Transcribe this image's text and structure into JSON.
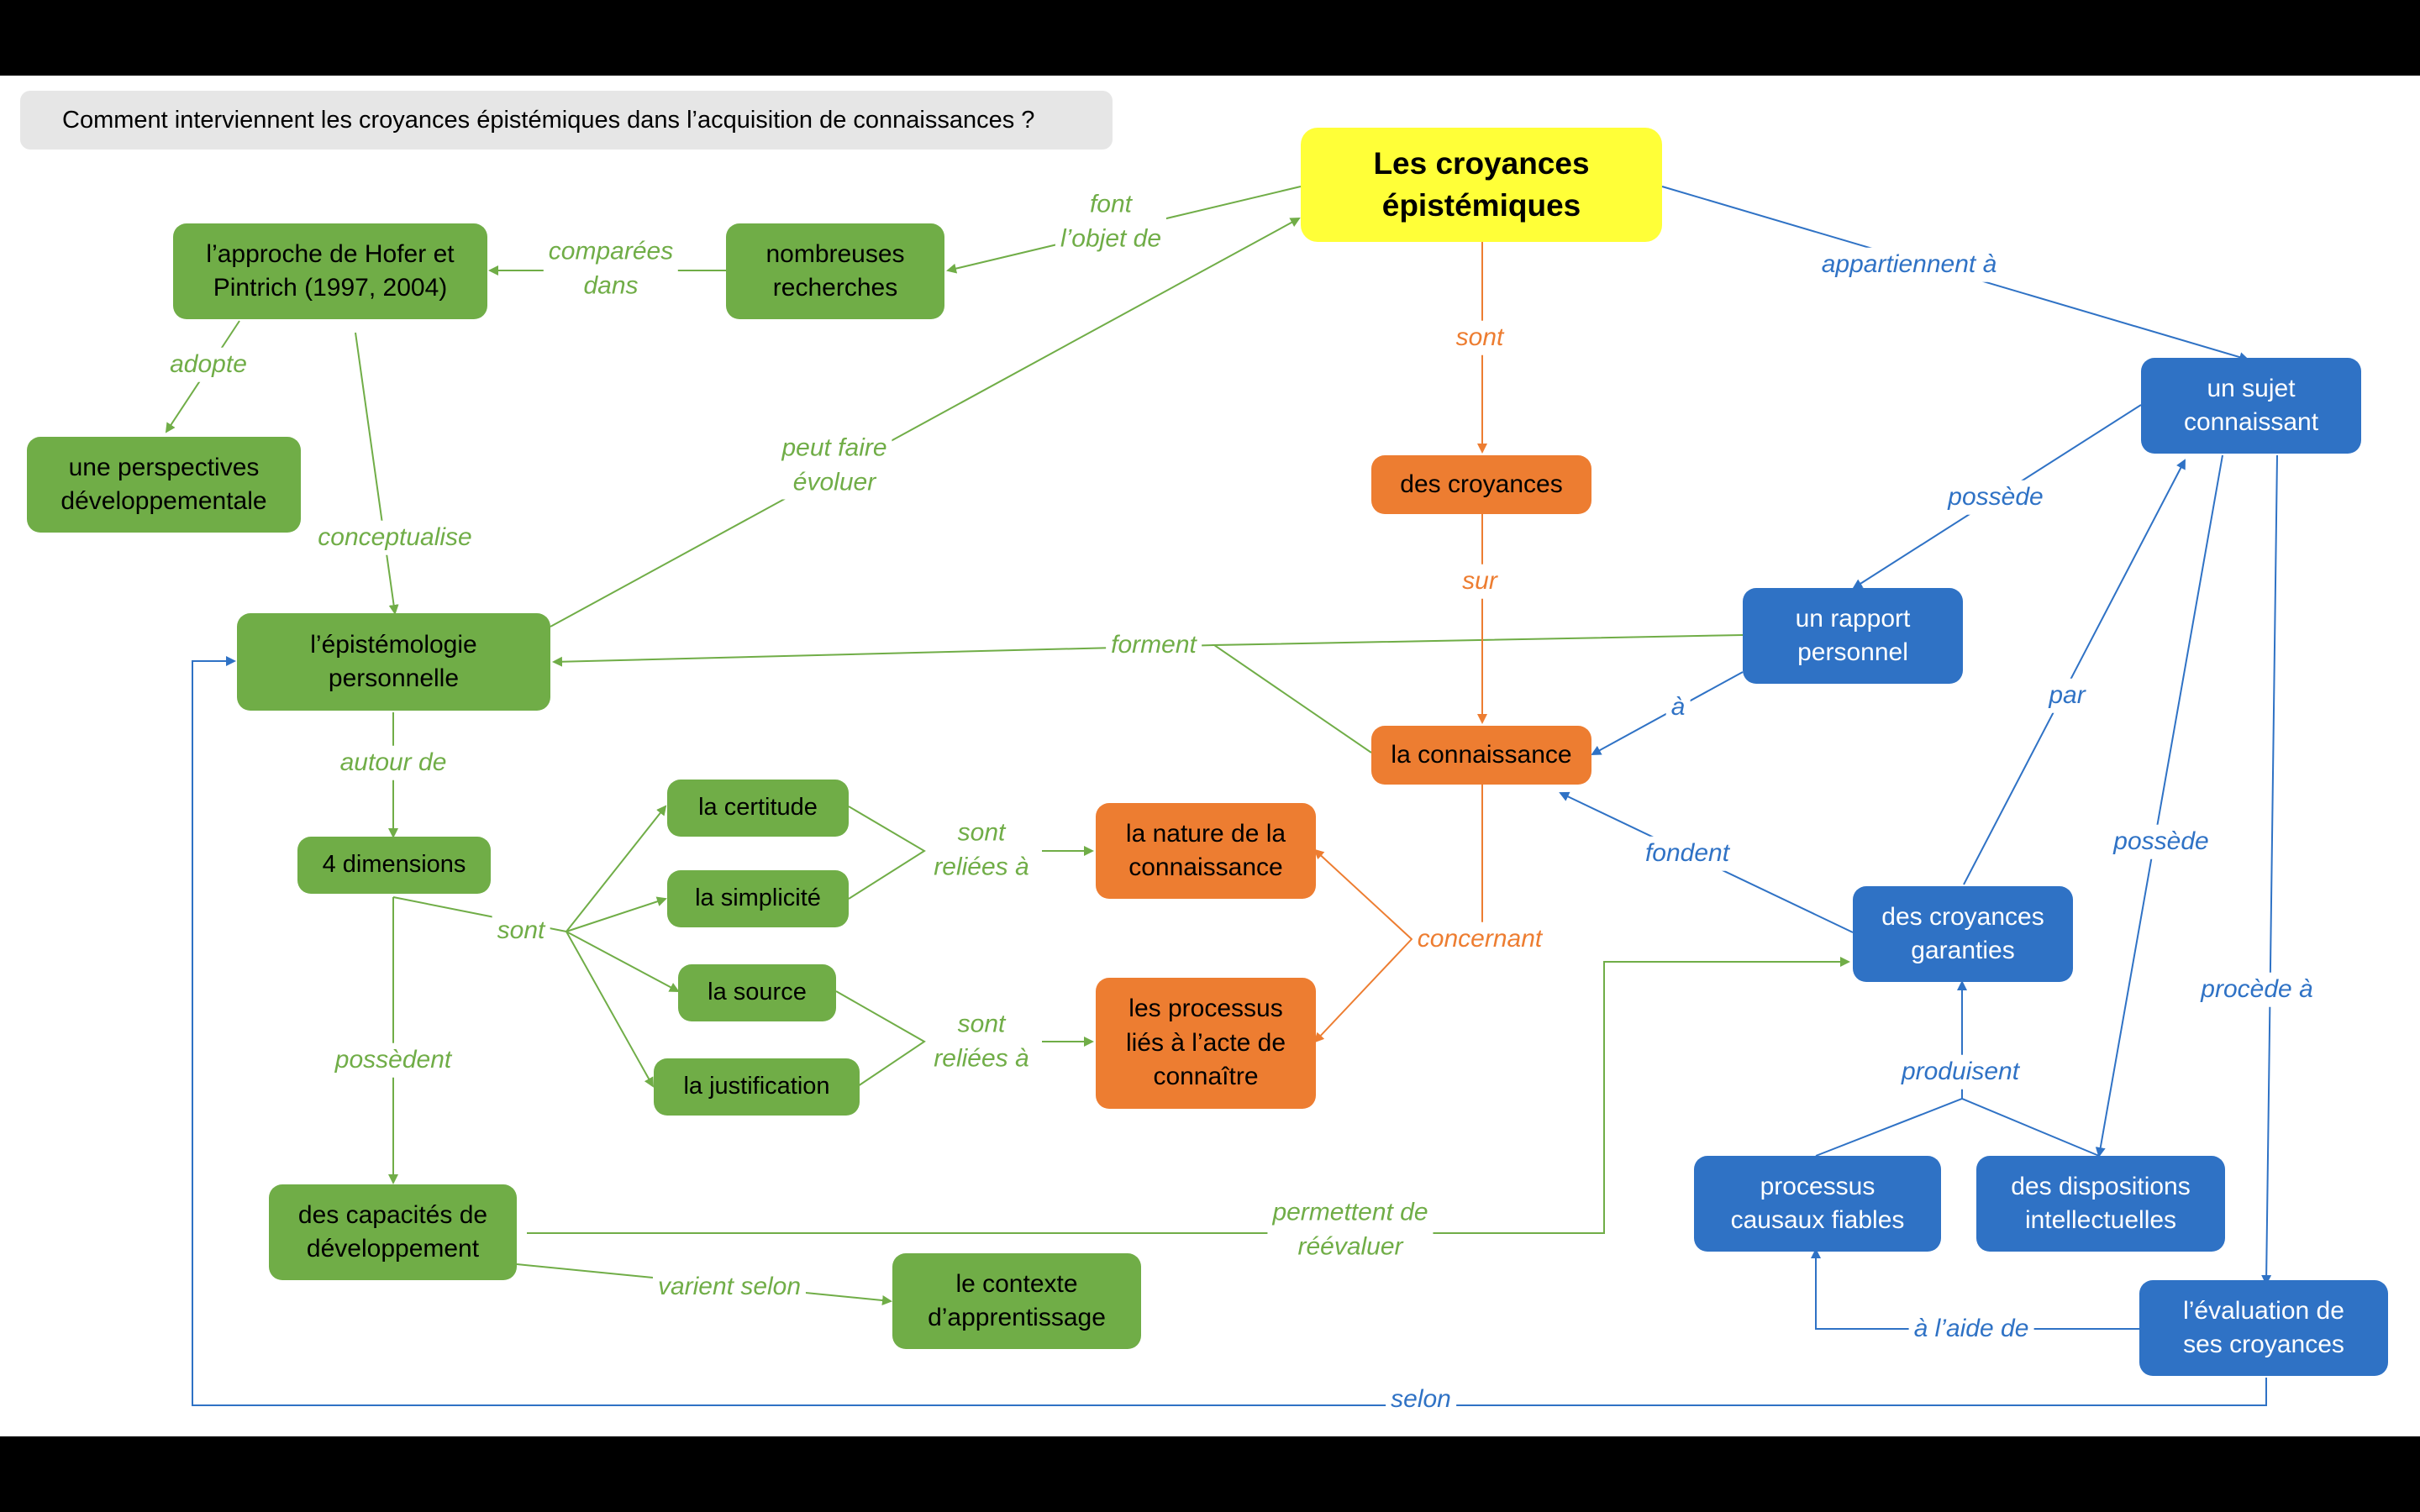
{
  "question": "Comment interviennent les croyances épistémiques dans l’acquisition de connaissances ?",
  "colors": {
    "green": "#70ad47",
    "orange": "#ed7d31",
    "blue": "#2f72c5",
    "yellow": "#ffff38",
    "question_bg": "#e6e6e6"
  },
  "nodes": {
    "croyances_epistemiques": "Les croyances\népistémiques",
    "hofer_pintrich": "l’approche de Hofer et\nPintrich (1997, 2004)",
    "nombreuses_recherches": "nombreuses\nrecherches",
    "perspective_developpementale": "une perspectives\ndéveloppementale",
    "epistemologie_personnelle": "l’épistémologie\npersonnelle",
    "quatre_dimensions": "4 dimensions",
    "certitude": "la certitude",
    "simplicite": "la simplicité",
    "source": "la source",
    "justification": "la justification",
    "capacites_developpement": "des capacités de\ndéveloppement",
    "contexte_apprentissage": "le contexte\nd’apprentissage",
    "des_croyances": "des croyances",
    "la_connaissance": "la connaissance",
    "nature_connaissance": "la nature de la\nconnaissance",
    "processus_acte_connaitre": "les processus\nliés à l’acte de\nconnaître",
    "sujet_connaissant": "un sujet\nconnaissant",
    "rapport_personnel": "un rapport\npersonnel",
    "croyances_garanties": "des croyances\ngaranties",
    "processus_causaux": "processus\ncausaux fiables",
    "dispositions_intellectuelles": "des dispositions\nintellectuelles",
    "evaluation_croyances": "l’évaluation de\nses croyances"
  },
  "links": {
    "font_objet_de": "font\nl’objet de",
    "comparees_dans": "comparées\ndans",
    "adopte": "adopte",
    "conceptualise": "conceptualise",
    "peut_faire_evoluer": "peut faire\névoluer",
    "autour_de": "autour de",
    "sont_dimensions": "sont",
    "sont_reliees_1": "sont\nreliées à",
    "sont_reliees_2": "sont\nreliées à",
    "possedent": "possèdent",
    "varient_selon": "varient selon",
    "permettent_reevaluer": "permettent de\nréévaluer",
    "forment": "forment",
    "sont_croyances": "sont",
    "sur": "sur",
    "concernant": "concernant",
    "appartiennent_a": "appartiennent à",
    "possede_rapport": "possède",
    "a": "à",
    "par": "par",
    "possede_dispositions": "possède",
    "procede_a": "procède à",
    "fondent": "fondent",
    "produisent": "produisent",
    "a_laide_de": "à l’aide de",
    "selon": "selon"
  }
}
